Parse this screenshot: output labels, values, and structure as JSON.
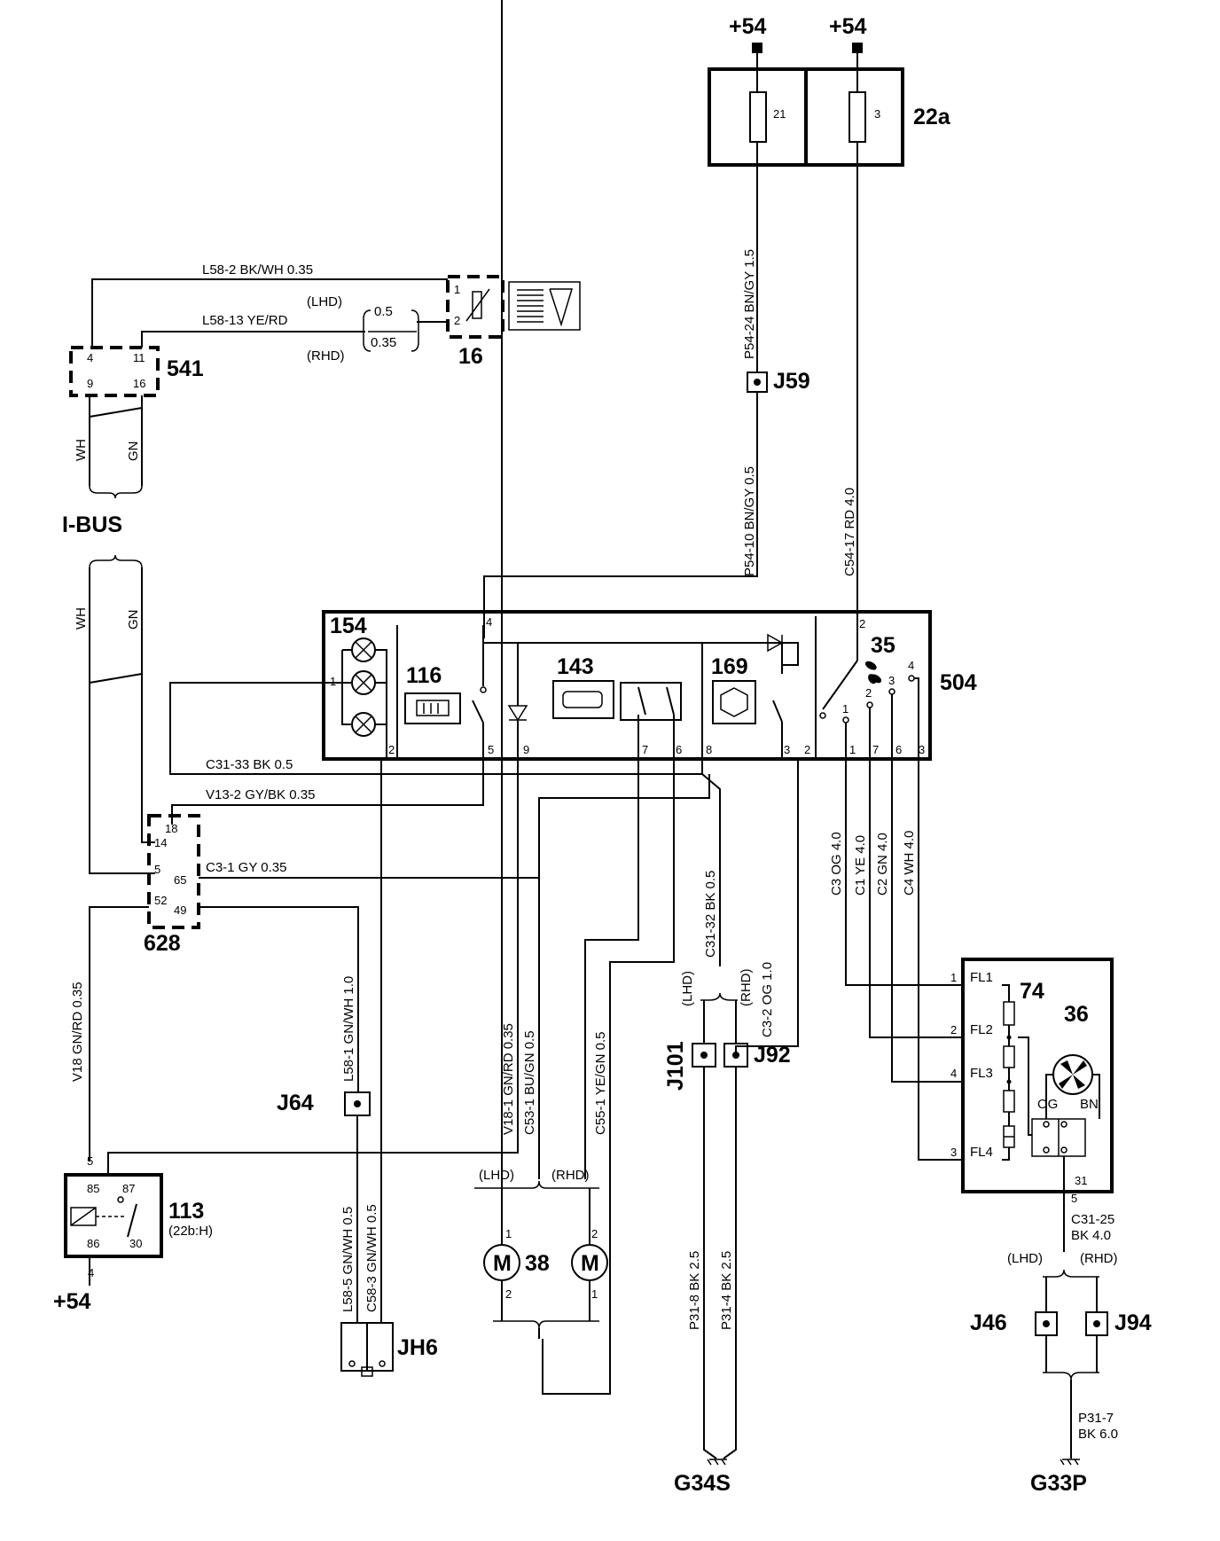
{
  "supplies": {
    "top_left": "+54",
    "top_right": "+54",
    "relay_supply": "+54"
  },
  "fuses": {
    "box_label": "22a",
    "fuse_a": "21",
    "fuse_b": "3"
  },
  "components": {
    "c16": "16",
    "c541": "541",
    "c504": "504",
    "c628": "628",
    "c113": "113",
    "c113_sub": "(22b:H)",
    "c154": "154",
    "c116": "116",
    "c143": "143",
    "c169": "169",
    "c35": "35",
    "c74": "74",
    "c36": "36",
    "c38": "38"
  },
  "buses": {
    "ibus": "I-BUS"
  },
  "junctions": {
    "j59": "J59",
    "j64": "J64",
    "j92": "J92",
    "j101": "J101",
    "jh6": "JH6",
    "j46": "J46",
    "j94": "J94"
  },
  "grounds": {
    "g34s": "G34S",
    "g33p": "G33P"
  },
  "wires": {
    "l58_2": "L58-2   BK/WH 0.35",
    "l58_13": "L58-13   YE/RD",
    "lhd": "(LHD)",
    "rhd": "(RHD)",
    "size_a": "0.5",
    "size_b": "0.35",
    "p54_24": "P54-24   BN/GY 1.5",
    "p54_10": "P54-10   BN/GY 0.5",
    "c54_17": "C54-17   RD 4.0",
    "wh": "WH",
    "gn": "GN",
    "c31_33": "C31-33   BK  0.5",
    "v13_2": "V13-2   GY/BK  0.35",
    "c3_1": "C3-1    GY  0.35",
    "v18": "V18   GN/RD 0.35",
    "l58_1": "L58-1    GN/WH 1.0",
    "v18_1": "V18-1    GN/RD 0.35",
    "c53_1": "C53-1    BU/GN 0.5",
    "c55_1": "C55-1    YE/GN 0.5",
    "c31_32": "C31-32    BK 0.5",
    "c3_2": "C3-2    OG 1.0",
    "c3": "C3  OG 4.0",
    "c1": "C1  YE 4.0",
    "c2": "C2  GN 4.0",
    "c4": "C4  WH 4.0",
    "l58_5": "L58-5    GN/WH 0.5",
    "c58_3": "C58-3    GN/WH 0.5",
    "p31_8": "P31-8    BK 2.5",
    "p31_4": "P31-4    BK 2.5",
    "c31_25": "C31-25",
    "bk40": "BK 4.0",
    "p31_7": "P31-7",
    "bk60": "BK 6.0"
  },
  "pins": {
    "p4": "4",
    "p11": "11",
    "p9": "9",
    "p16": "16",
    "p1": "1",
    "p2": "2",
    "p3": "3",
    "p5": "5",
    "p6": "6",
    "p7": "7",
    "p8": "8",
    "p14": "14",
    "p18": "18",
    "p65": "65",
    "p52": "52",
    "p49": "49",
    "p85": "85",
    "p87": "87",
    "p86": "86",
    "p30": "30",
    "p31": "31",
    "fl1": "FL1",
    "fl2": "FL2",
    "fl3": "FL3",
    "fl4": "FL4",
    "og": "OG",
    "bn": "BN",
    "m": "M"
  }
}
